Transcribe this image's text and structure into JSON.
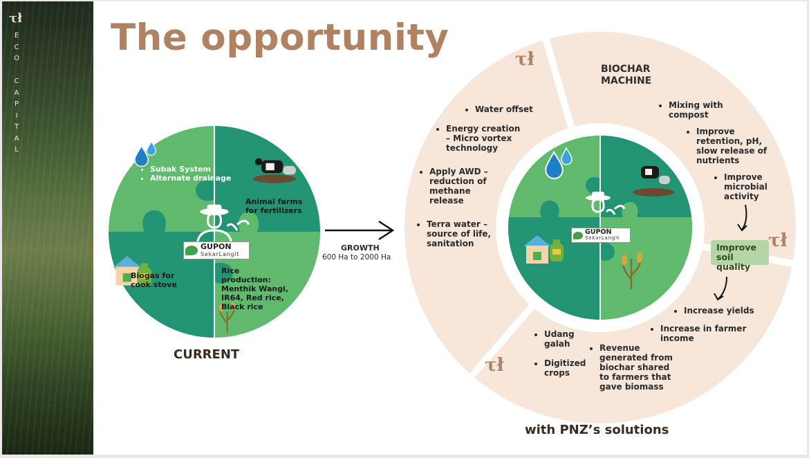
{
  "sidebar": {
    "logo": "τł",
    "brand": "ECO CAPITAL"
  },
  "title": "The opportunity",
  "current": {
    "top_left_items": [
      "Subak System",
      "Alternate drainage"
    ],
    "top_right_label": "Animal farms for fertilizers",
    "bottom_left_label": "Biogas for cook stove",
    "bottom_right_label": "Rice production: Menthik Wangi, IR64, Red rice, Black rice",
    "heading": "CURRENT"
  },
  "logo_badge": {
    "name": "GUPON",
    "sub": "SekarLangit"
  },
  "growth": {
    "label": "GROWTH",
    "range": "600 Ha to 2000 Ha"
  },
  "solutions": {
    "left_items": [
      "Water offset",
      "Energy creation – Micro vortex technology",
      "Apply AWD – reduction of methane release",
      "Terra water – source of life, sanitation"
    ],
    "biochar_title": "BIOCHAR MACHINE",
    "biochar_items": [
      "Mixing with compost",
      "Improve retention, pH, slow release of nutrients",
      "Improve microbial activity"
    ],
    "soil_quality": "Improve soil quality",
    "outcomes": [
      "Increase yields",
      "Increase in farmer income",
      "Revenue generated from biochar shared to farmers that gave biomass"
    ],
    "bottom_items": [
      "Udang galah",
      "Digitized crops"
    ],
    "heading": "with PNZ’s solutions"
  },
  "colors": {
    "accent": "#b08261",
    "ring": "#f7e7da",
    "green_light": "#5fba6e",
    "green_dark": "#239473",
    "pill": "#b4d6a6"
  },
  "icons": [
    "water-drops-icon",
    "cattle-icon",
    "farmer-icon",
    "house-icon",
    "gas-cylinder-icon",
    "rice-plant-icon",
    "brand-leaf-icon",
    "curved-arrow-icon"
  ]
}
